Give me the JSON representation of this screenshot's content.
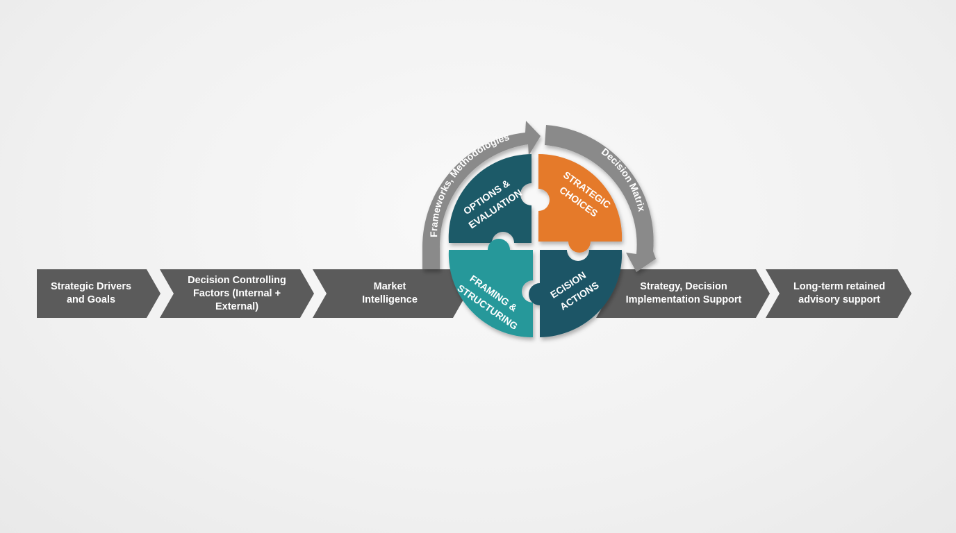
{
  "flow_steps": [
    {
      "label": "Strategic Drivers and Goals"
    },
    {
      "label": "Decision Controlling Factors (Internal + External)"
    },
    {
      "label": "Market Intelligence"
    },
    {
      "label": "Strategy, Decision Implementation Support"
    },
    {
      "label": "Long-term retained advisory support"
    }
  ],
  "cycle": {
    "arc_left_label": "Frameworks, Methodologies",
    "arc_right_label": "Decision Matrix",
    "pieces": [
      {
        "label": "OPTIONS & EVALUATION",
        "color": "#1f5a68"
      },
      {
        "label": "STRATEGIC CHOICES",
        "color": "#e57a2c"
      },
      {
        "label": "FRAMING & STRUCTURING",
        "color": "#27989a"
      },
      {
        "label": "DECISION & ACTIONS",
        "color": "#1b5566"
      }
    ]
  },
  "colors": {
    "chevron": "#5b5b5b",
    "arc": "#8a8a8a",
    "text": "#ffffff"
  }
}
